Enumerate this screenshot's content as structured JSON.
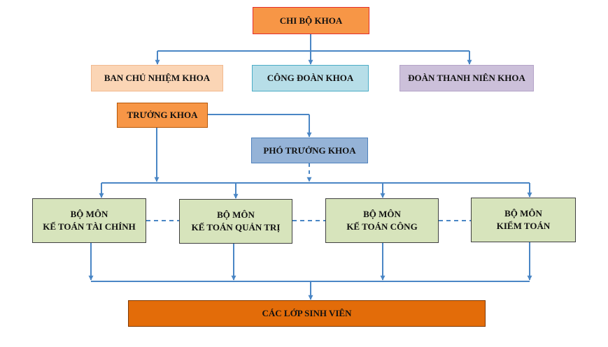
{
  "nodes": {
    "chibo": "CHI BỘ KHOA",
    "ban_chu_nhiem": "BAN CHỦ NHIỆM KHOA",
    "cong_doan": "CÔNG ĐOÀN KHOA",
    "doan_thanh_nien": "ĐOÀN THANH NIÊN KHOA",
    "truong_khoa": "TRƯỞNG KHOA",
    "pho_truong_khoa": "PHÓ TRƯỞNG KHOA",
    "bo_mon_1": {
      "line1": "BỘ MÔN",
      "line2": "KẾ TOÁN TÀI CHÍNH"
    },
    "bo_mon_2": {
      "line1": "BỘ MÔN",
      "line2": "KẾ TOÁN QUẢN TRỊ"
    },
    "bo_mon_3": {
      "line1": "BỘ MÔN",
      "line2": "KẾ TOÁN CÔNG"
    },
    "bo_mon_4": {
      "line1": "BỘ MÔN",
      "line2": "KIỂM TOÁN"
    },
    "lop_sinh_vien": "CÁC LỚP SINH VIÊN"
  },
  "colors": {
    "connector": "#4a86c5",
    "chibo_fill": "#f79646",
    "ban_chu_nhiem_fill": "#fbd5b5",
    "cong_doan_fill": "#b7dee8",
    "doan_fill": "#ccc0da",
    "truong_khoa_fill": "#f79646",
    "pho_truong_khoa_fill": "#95b3d7",
    "bo_mon_fill": "#d7e4bc",
    "lop_fill": "#e36c09"
  }
}
